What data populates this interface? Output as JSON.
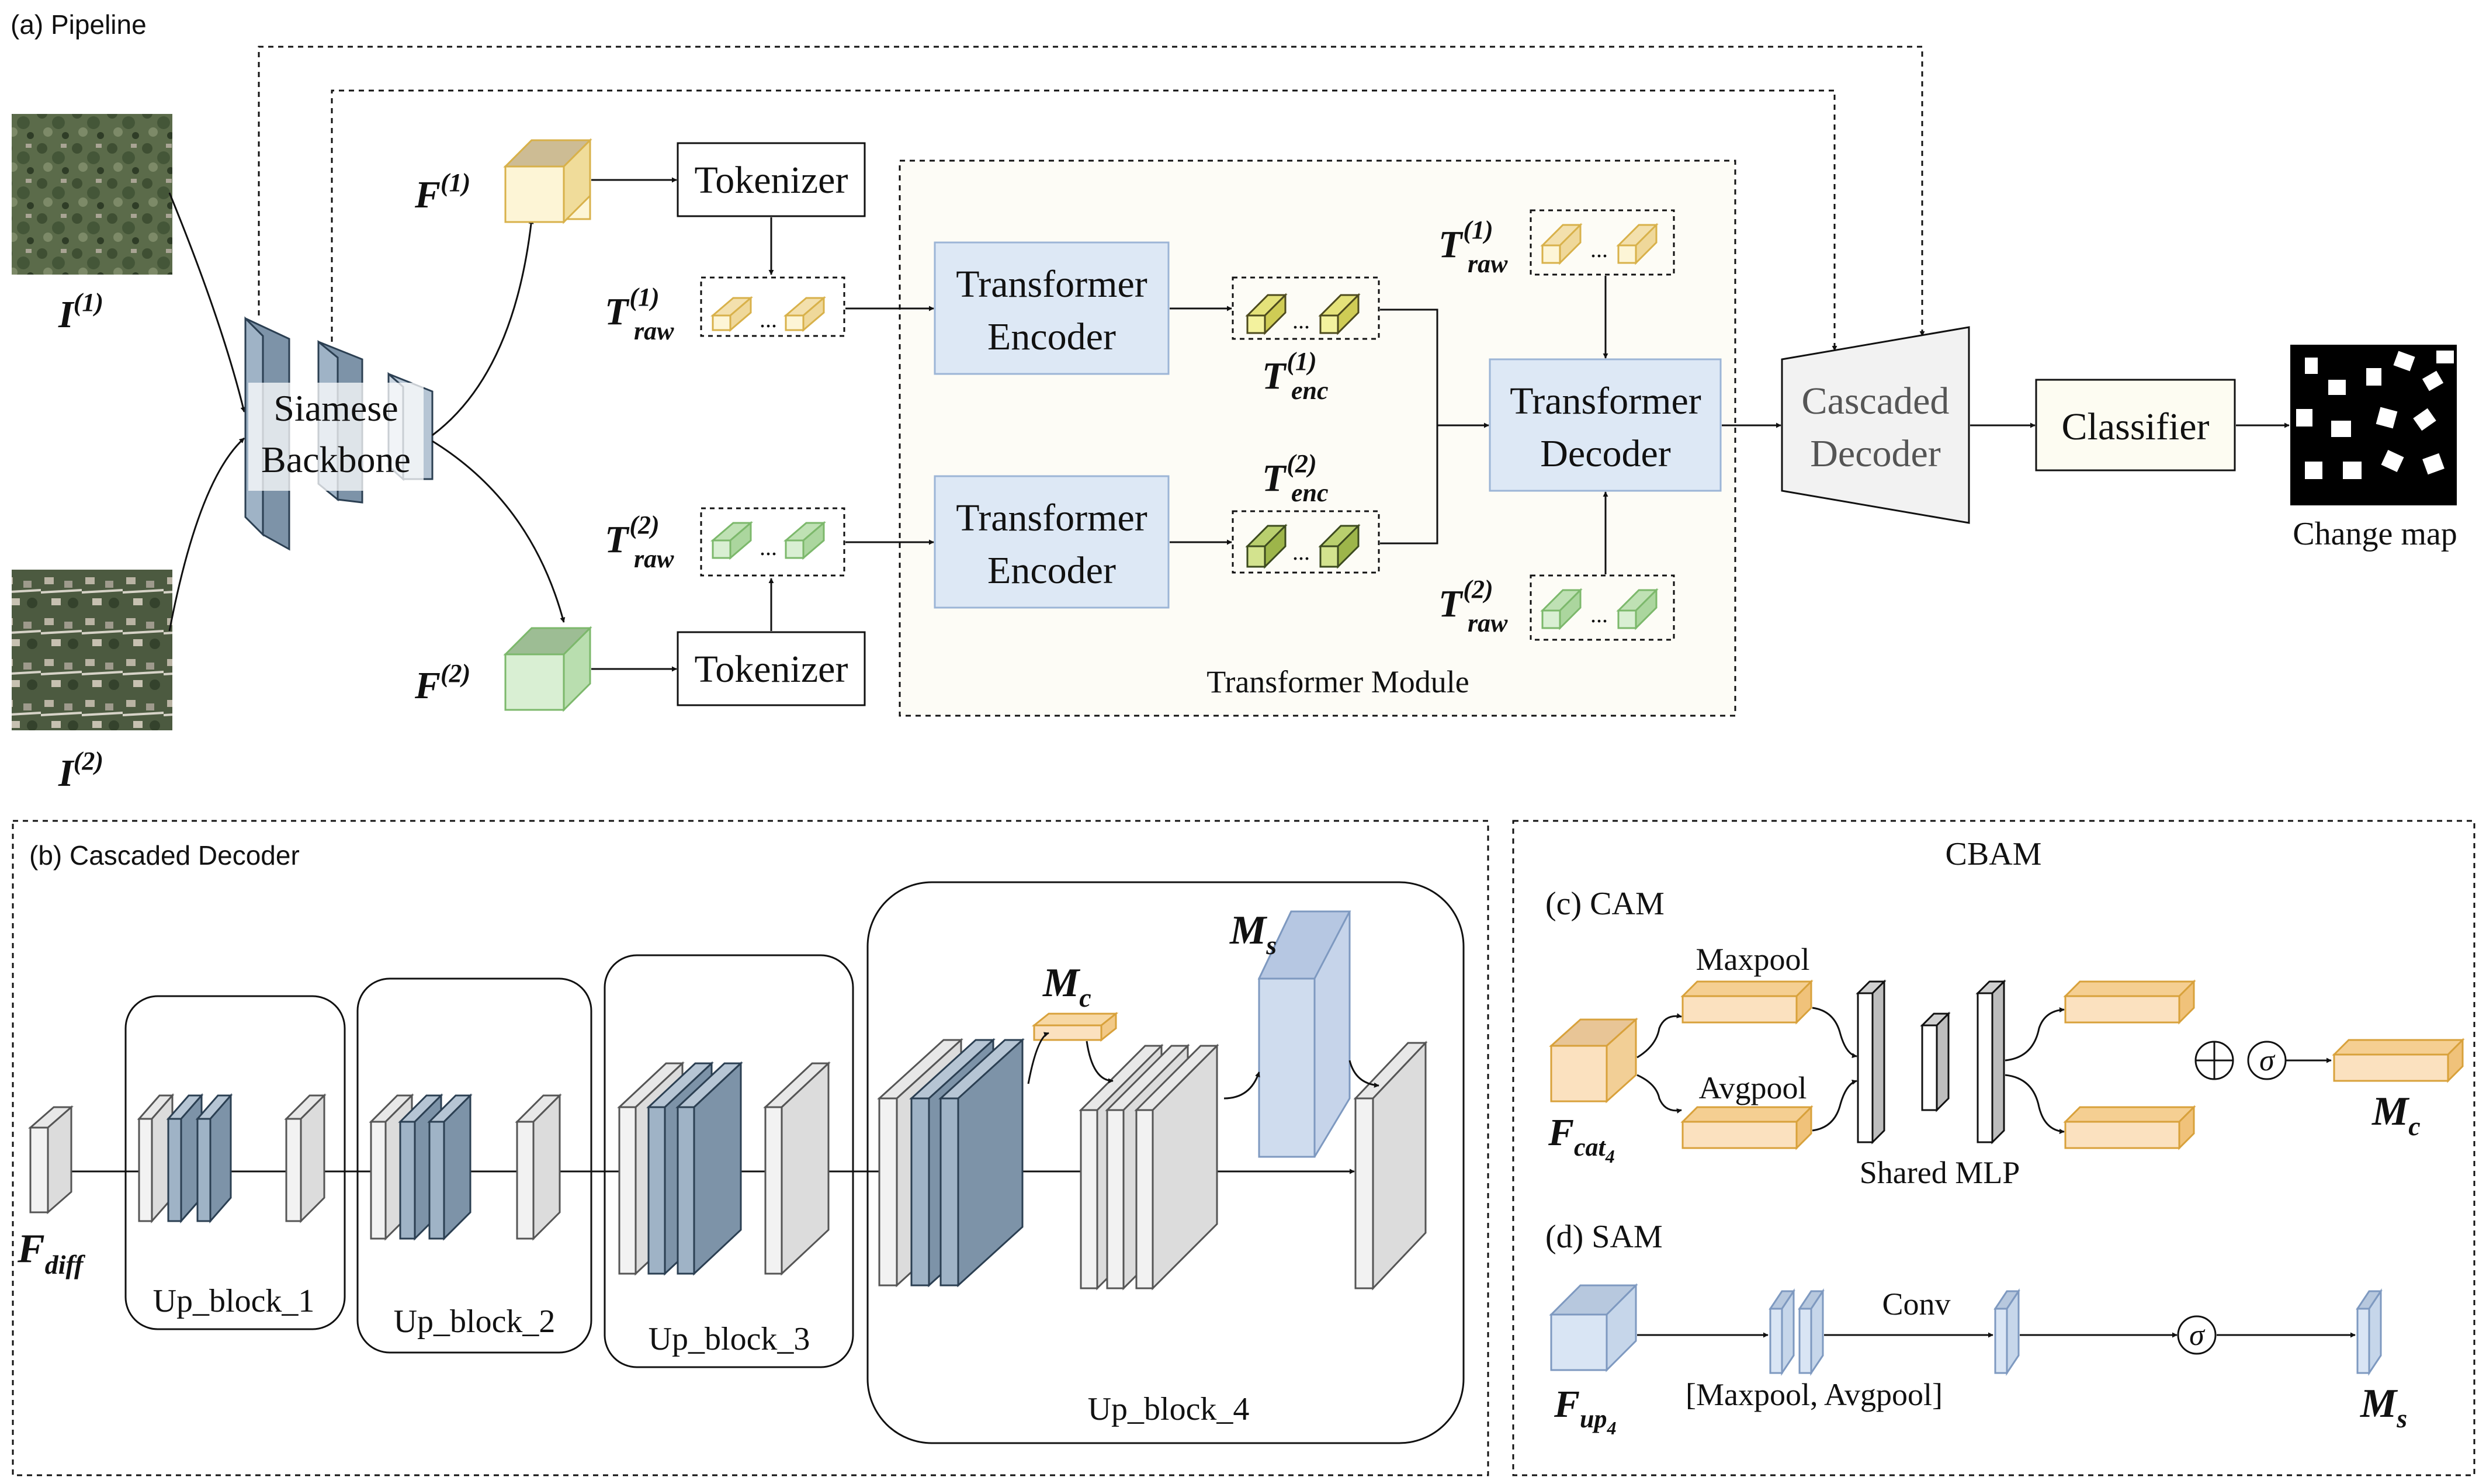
{
  "pipeline": {
    "section_label": "(a) Pipeline",
    "input1": {
      "base": "I",
      "sup": "(1)"
    },
    "input2": {
      "base": "I",
      "sup": "(2)"
    },
    "backbone": {
      "line1": "Siamese",
      "line2": "Backbone"
    },
    "feature1": {
      "base": "F",
      "sup": "(1)"
    },
    "feature2": {
      "base": "F",
      "sup": "(2)"
    },
    "tokenizer_label": "Tokenizer",
    "t_raw1": {
      "base": "T",
      "sup": "(1)",
      "sub": "raw"
    },
    "t_raw2": {
      "base": "T",
      "sup": "(2)",
      "sub": "raw"
    },
    "t_enc1": {
      "base": "T",
      "sup": "(1)",
      "sub": "enc"
    },
    "t_enc2": {
      "base": "T",
      "sup": "(2)",
      "sub": "enc"
    },
    "encoder": {
      "line1": "Transformer",
      "line2": "Encoder"
    },
    "decoder": {
      "line1": "Transformer",
      "line2": "Decoder"
    },
    "transformer_module_label": "Transformer Module",
    "cascaded_decoder": {
      "line1": "Cascaded",
      "line2": "Decoder"
    },
    "classifier_label": "Classifier",
    "change_map_label": "Change map",
    "dots": "..."
  },
  "cascaded": {
    "section_label": "(b) Cascaded Decoder",
    "f_diff": {
      "base": "F",
      "sub": "diff"
    },
    "up_block_1": "Up_block_1",
    "up_block_2": "Up_block_2",
    "up_block_3": "Up_block_3",
    "up_block_4": "Up_block_4",
    "m_c": {
      "base": "M",
      "sub": "c"
    },
    "m_s": {
      "base": "M",
      "sub": "s"
    }
  },
  "cbam": {
    "title": "CBAM",
    "cam_label": "(c) CAM",
    "maxpool_label": "Maxpool",
    "avgpool_label": "Avgpool",
    "shared_mlp_label": "Shared MLP",
    "f_cat": {
      "base": "F",
      "sub": "cat",
      "subsub": "4"
    },
    "m_c": {
      "base": "M",
      "sub": "c"
    },
    "sam_label": "(d) SAM",
    "conv_label": "Conv",
    "pool_label": "[Maxpool, Avgpool]",
    "f_up": {
      "base": "F",
      "sub": "up",
      "subsub": "4"
    },
    "m_s": {
      "base": "M",
      "sub": "s"
    },
    "plus_symbol": "⊕",
    "sigma_symbol": "σ"
  },
  "colors": {
    "yellow_face": "#fdf5d6",
    "yellow_stroke": "#d8b14a",
    "green_face": "#d9efd3",
    "green_stroke": "#7cb86b",
    "blue_box": "#dde8f5",
    "blue_stroke": "#9cb5d6",
    "slate": "#8fa4b8",
    "slate_dark": "#3d5468",
    "orange_face": "#fbe1bf",
    "orange_stroke": "#e0a23b",
    "light_blue": "#cfdcee"
  }
}
